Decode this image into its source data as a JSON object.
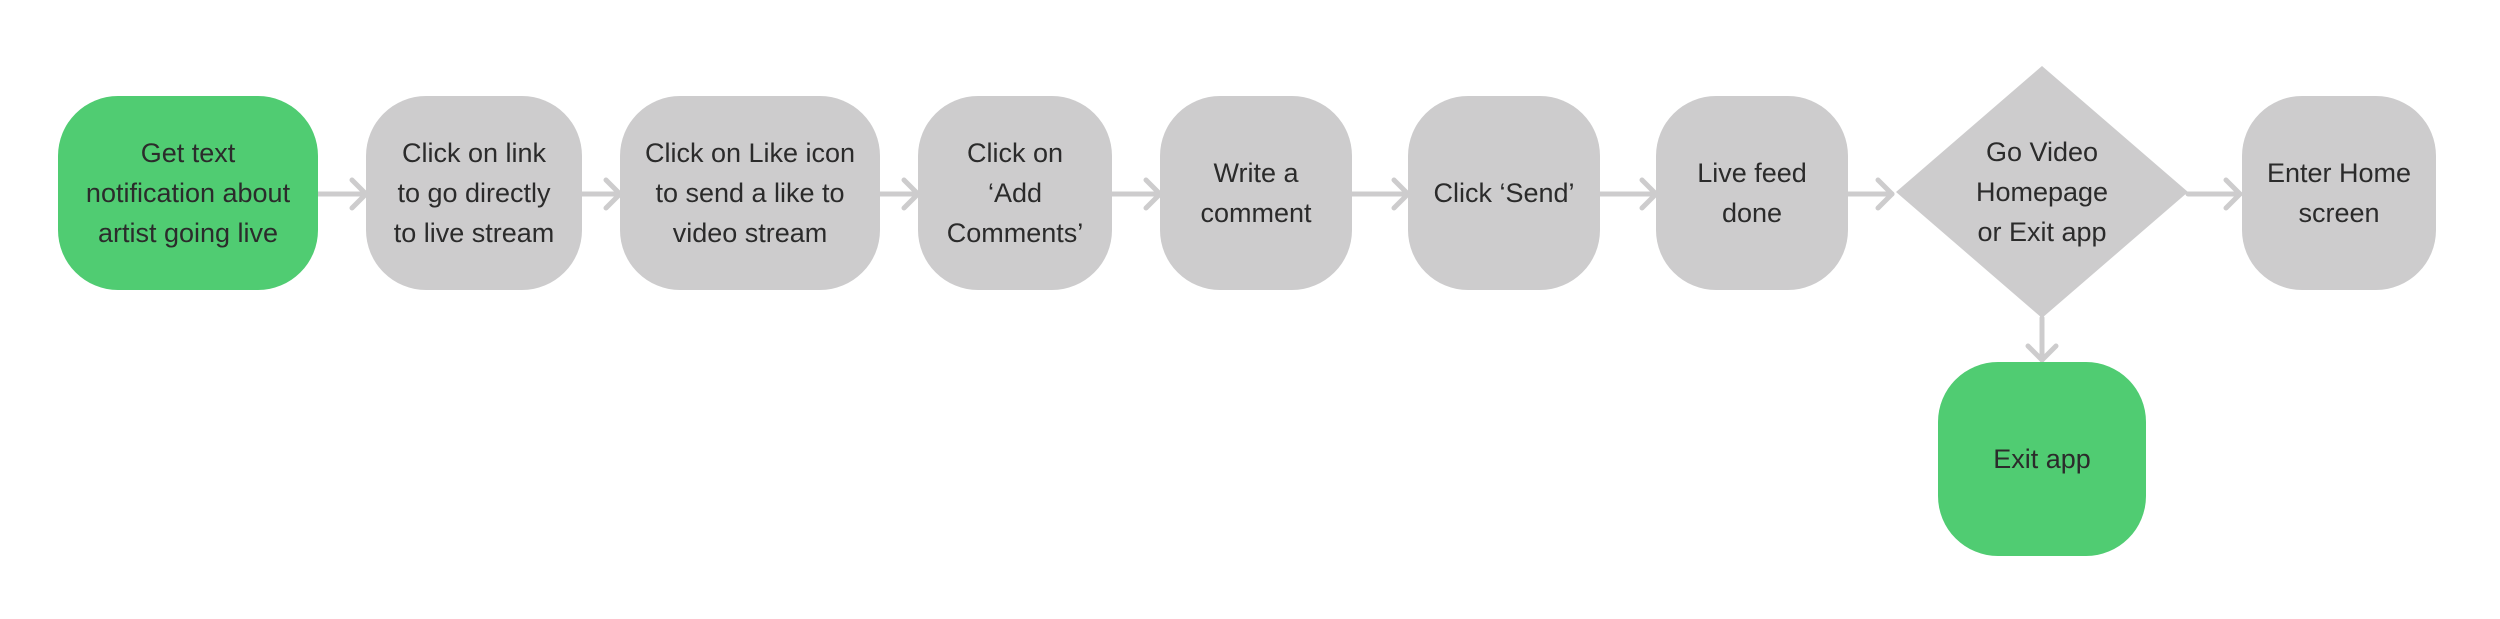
{
  "colors": {
    "start_end_fill": "#50cc72",
    "step_fill": "#cdcccd",
    "connector": "#cdcccd",
    "text": "#2b2b2b"
  },
  "steps": {
    "get_text_notification": "Get text\nnotification about\nartist going live",
    "click_link": "Click on link\nto go directly\nto live stream",
    "click_like_icon": "Click on Like icon\nto send a like to\nvideo stream",
    "click_add_comments": "Click on\n‘Add\nComments’",
    "write_comment": "Write a\ncomment",
    "click_send": "Click ‘Send’",
    "live_feed_done": "Live feed\ndone",
    "decision": "Go Video\nHomepage\nor Exit app",
    "enter_home_screen": "Enter Home\nscreen",
    "exit_app": "Exit app"
  }
}
